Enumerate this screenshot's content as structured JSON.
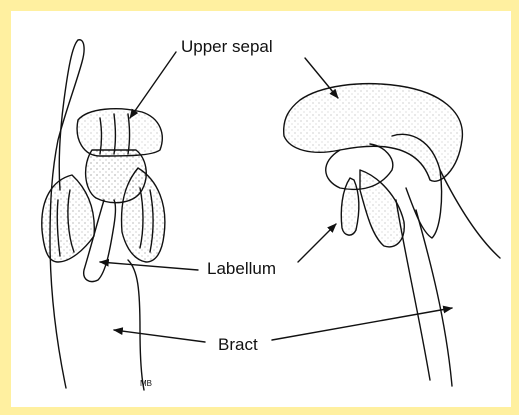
{
  "labels": {
    "upper_sepal": "Upper sepal",
    "labellum": "Labellum",
    "bract": "Bract"
  },
  "signature": "MB",
  "colors": {
    "border": "#FFF0A0",
    "ink": "#111111",
    "background": "#ffffff"
  }
}
